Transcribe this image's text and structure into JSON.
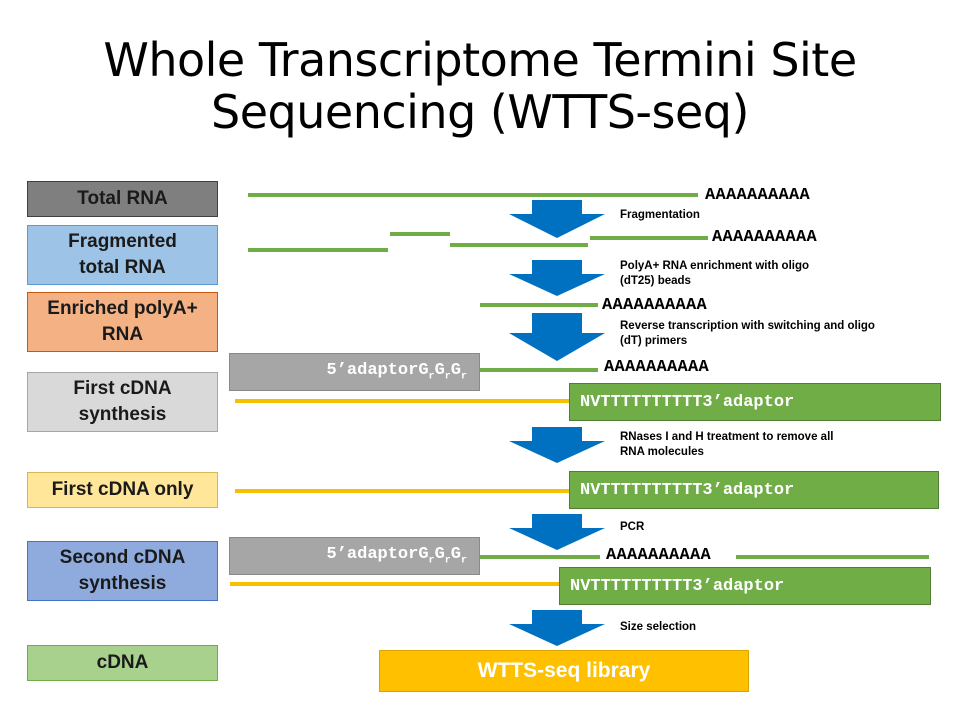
{
  "title": "Whole Transcriptome Termini Site Sequencing (WTTS-seq)",
  "stages": {
    "total_rna": "Total RNA",
    "fragmented": "Fragmented total RNA",
    "enriched": "Enriched polyA+ RNA",
    "first_cdna": "First cDNA synthesis",
    "first_cdna_only": "First cDNA only",
    "second_cdna": "Second cDNA synthesis",
    "cdna": "cDNA"
  },
  "polya_tail": "AAAAAAAAAA",
  "adaptor_5": {
    "text": "5’adaptor",
    "g": "G",
    "r": "r"
  },
  "adaptor_3": "NVTTTTTTTTTT3’adaptor",
  "steps": {
    "fragmentation": "Fragmentation",
    "enrichment": "PolyA+ RNA enrichment with oligo (dT25) beads",
    "reverse_transcription": "Reverse transcription with switching and oligo (dT) primers",
    "rnases": "RNases I and H treatment to remove all RNA molecules",
    "pcr": "PCR",
    "size_selection": "Size selection"
  },
  "library": "WTTS-seq library",
  "colors": {
    "green": "#70ad47",
    "yellow": "#f5c000",
    "blue_arrow": "#0070c0",
    "gray": "#a6a6a6",
    "total_rna_fill": "#7f7f7f",
    "fragmented_fill": "#9dc3e6",
    "enriched_fill": "#f4b183",
    "first_cdna_fill": "#d9d9d9",
    "first_cdna_only_fill": "#ffe699",
    "second_cdna_fill": "#8faadc",
    "cdna_fill": "#a9d18e",
    "library_fill": "#ffc000"
  }
}
